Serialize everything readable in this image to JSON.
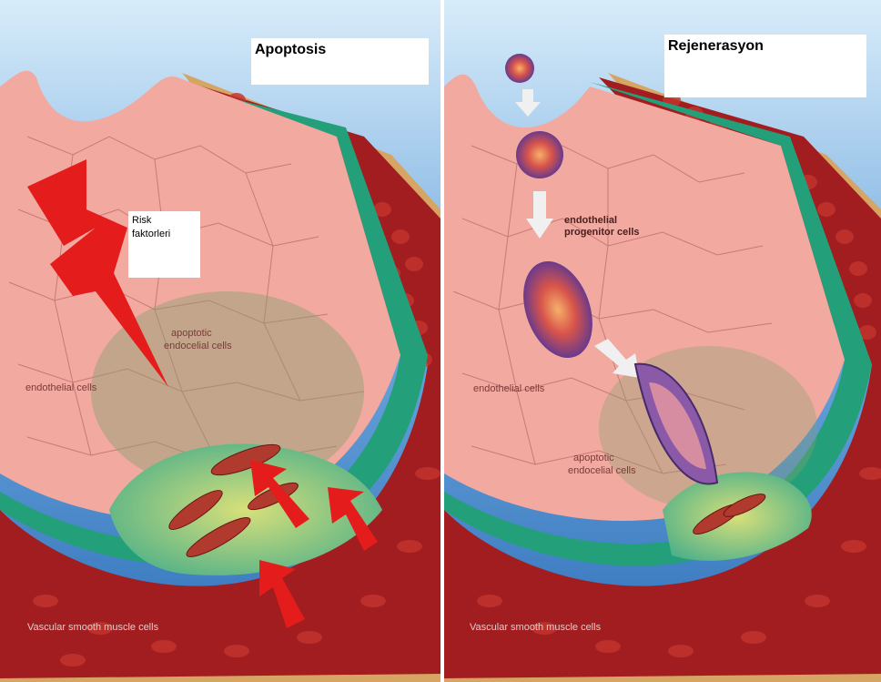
{
  "panels": {
    "left": {
      "title": "Apoptosis",
      "risk_label_line1": "Risk",
      "risk_label_line2": "faktorleri",
      "apoptotic_line1": "apoptotic",
      "apoptotic_line2": "endocelial cells",
      "endothelial": "endothelial cells",
      "vascular": "Vascular smooth muscle cells"
    },
    "right": {
      "title": "Rejenerasyon",
      "progenitor_line1": "endothelial",
      "progenitor_line2": "progenitor cells",
      "endothelial": "endothelial cells",
      "apoptotic_line1": "apoptotic",
      "apoptotic_line2": "endocelial cells",
      "vascular": "Vascular smooth muscle cells"
    }
  },
  "colors": {
    "sky_top": "#c8e0f4",
    "sky_bottom": "#3a7dc6",
    "endothelium": "#f1a9a0",
    "muscle": "#9a1d1d",
    "green_layer": "#2fa37a",
    "adventitia": "#d9a866",
    "arrow_red": "#e51c1c",
    "progenitor_purple": "#6a3a8c"
  }
}
